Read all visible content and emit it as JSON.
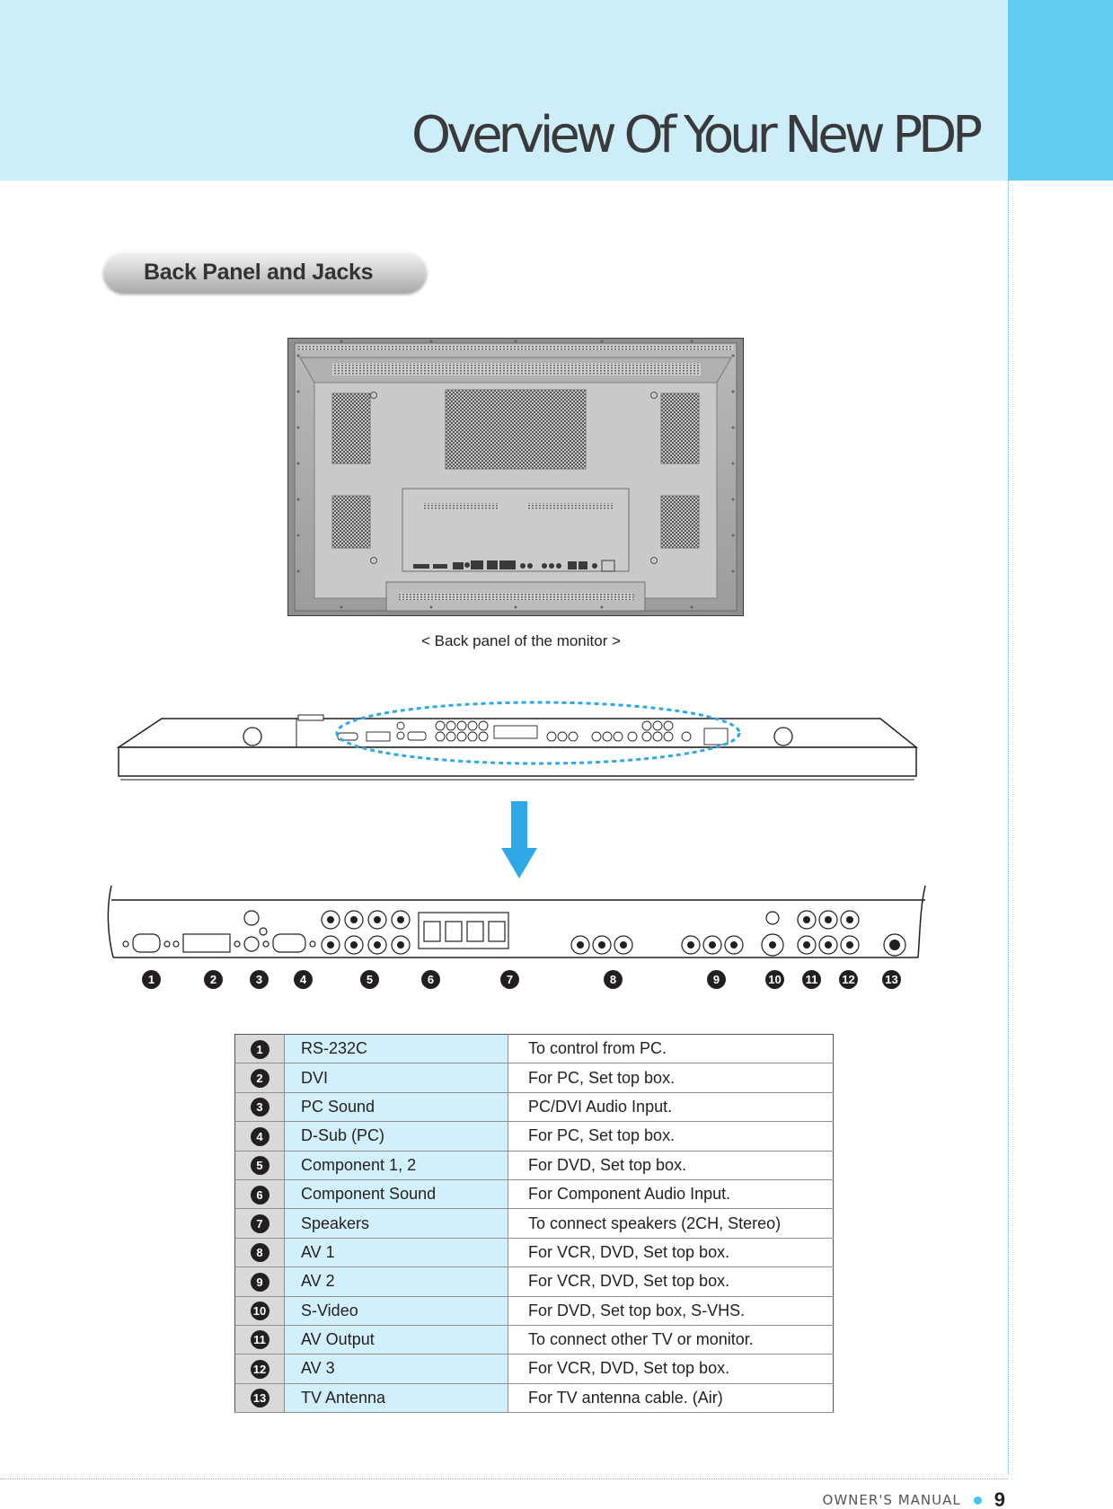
{
  "header": {
    "title": "Overview Of Your New PDP"
  },
  "section": {
    "title": "Back Panel and Jacks"
  },
  "figure": {
    "caption": "< Back panel of the monitor >"
  },
  "jacks": [
    {
      "num": "1",
      "name": "RS-232C",
      "desc": "To control from PC."
    },
    {
      "num": "2",
      "name": "DVI",
      "desc": "For PC, Set top box."
    },
    {
      "num": "3",
      "name": "PC Sound",
      "desc": "PC/DVI Audio Input."
    },
    {
      "num": "4",
      "name": "D-Sub (PC)",
      "desc": "For PC, Set top box."
    },
    {
      "num": "5",
      "name": "Component 1, 2",
      "desc": "For DVD, Set top box."
    },
    {
      "num": "6",
      "name": "Component Sound",
      "desc": "For Component Audio Input."
    },
    {
      "num": "7",
      "name": "Speakers",
      "desc": "To connect speakers (2CH, Stereo)"
    },
    {
      "num": "8",
      "name": "AV 1",
      "desc": "For VCR, DVD, Set top box."
    },
    {
      "num": "9",
      "name": "AV 2",
      "desc": "For VCR, DVD, Set top box."
    },
    {
      "num": "10",
      "name": "S-Video",
      "desc": "For DVD, Set top box, S-VHS."
    },
    {
      "num": "11",
      "name": "AV Output",
      "desc": "To connect other TV or monitor."
    },
    {
      "num": "12",
      "name": "AV 3",
      "desc": "For VCR, DVD, Set top box."
    },
    {
      "num": "13",
      "name": "TV Antenna",
      "desc": "For TV antenna cable. (Air)"
    }
  ],
  "footer": {
    "label": "OWNER'S MANUAL",
    "page": "9"
  },
  "colors": {
    "header_band": "#cdeef9",
    "header_tab": "#62cdf3",
    "arrow": "#2fa8e6",
    "name_column": "#d1f0fb"
  }
}
